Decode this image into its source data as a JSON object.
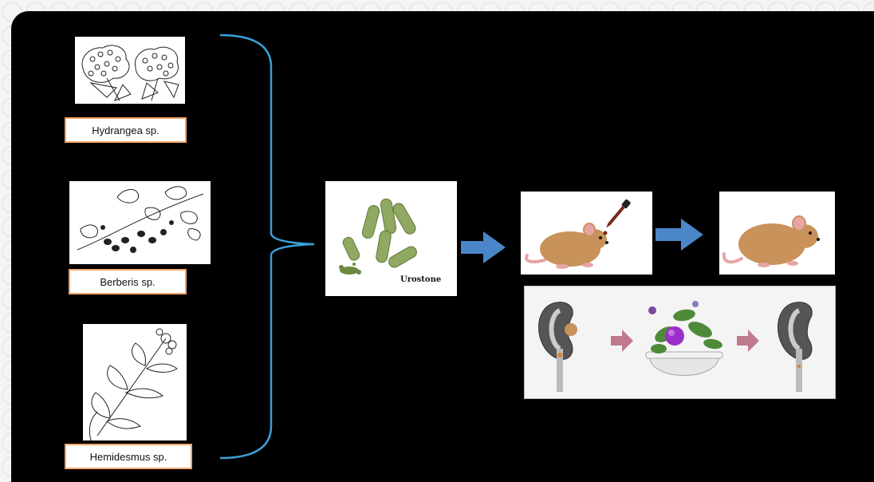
{
  "plants": [
    {
      "label": "Hydrangea sp.",
      "icon": "hydrangea-sketch-icon"
    },
    {
      "label": "Berberis sp.",
      "icon": "berberis-sketch-icon"
    },
    {
      "label": "Hemidesmus sp.",
      "icon": "hemidesmus-sketch-icon"
    }
  ],
  "formulation": {
    "label": "Urostone",
    "icon": "green-capsules-icon"
  },
  "model": {
    "dosing_icon": "mouse-with-dropper-icon",
    "outcome_icon": "mouse-icon",
    "mechanism_icon": "kidney-herbal-treatment-icon"
  },
  "colors": {
    "background": "#000000",
    "bracket": "#3aa0d8",
    "arrow": "#4a86c8",
    "label_border": "#f2a66b",
    "capsule": "#8fa862",
    "mouse_body": "#c8925a",
    "mouse_tail": "#e8a4a4",
    "flower": "#9a2fc9",
    "kidney_arrow": "#c07a8e"
  }
}
